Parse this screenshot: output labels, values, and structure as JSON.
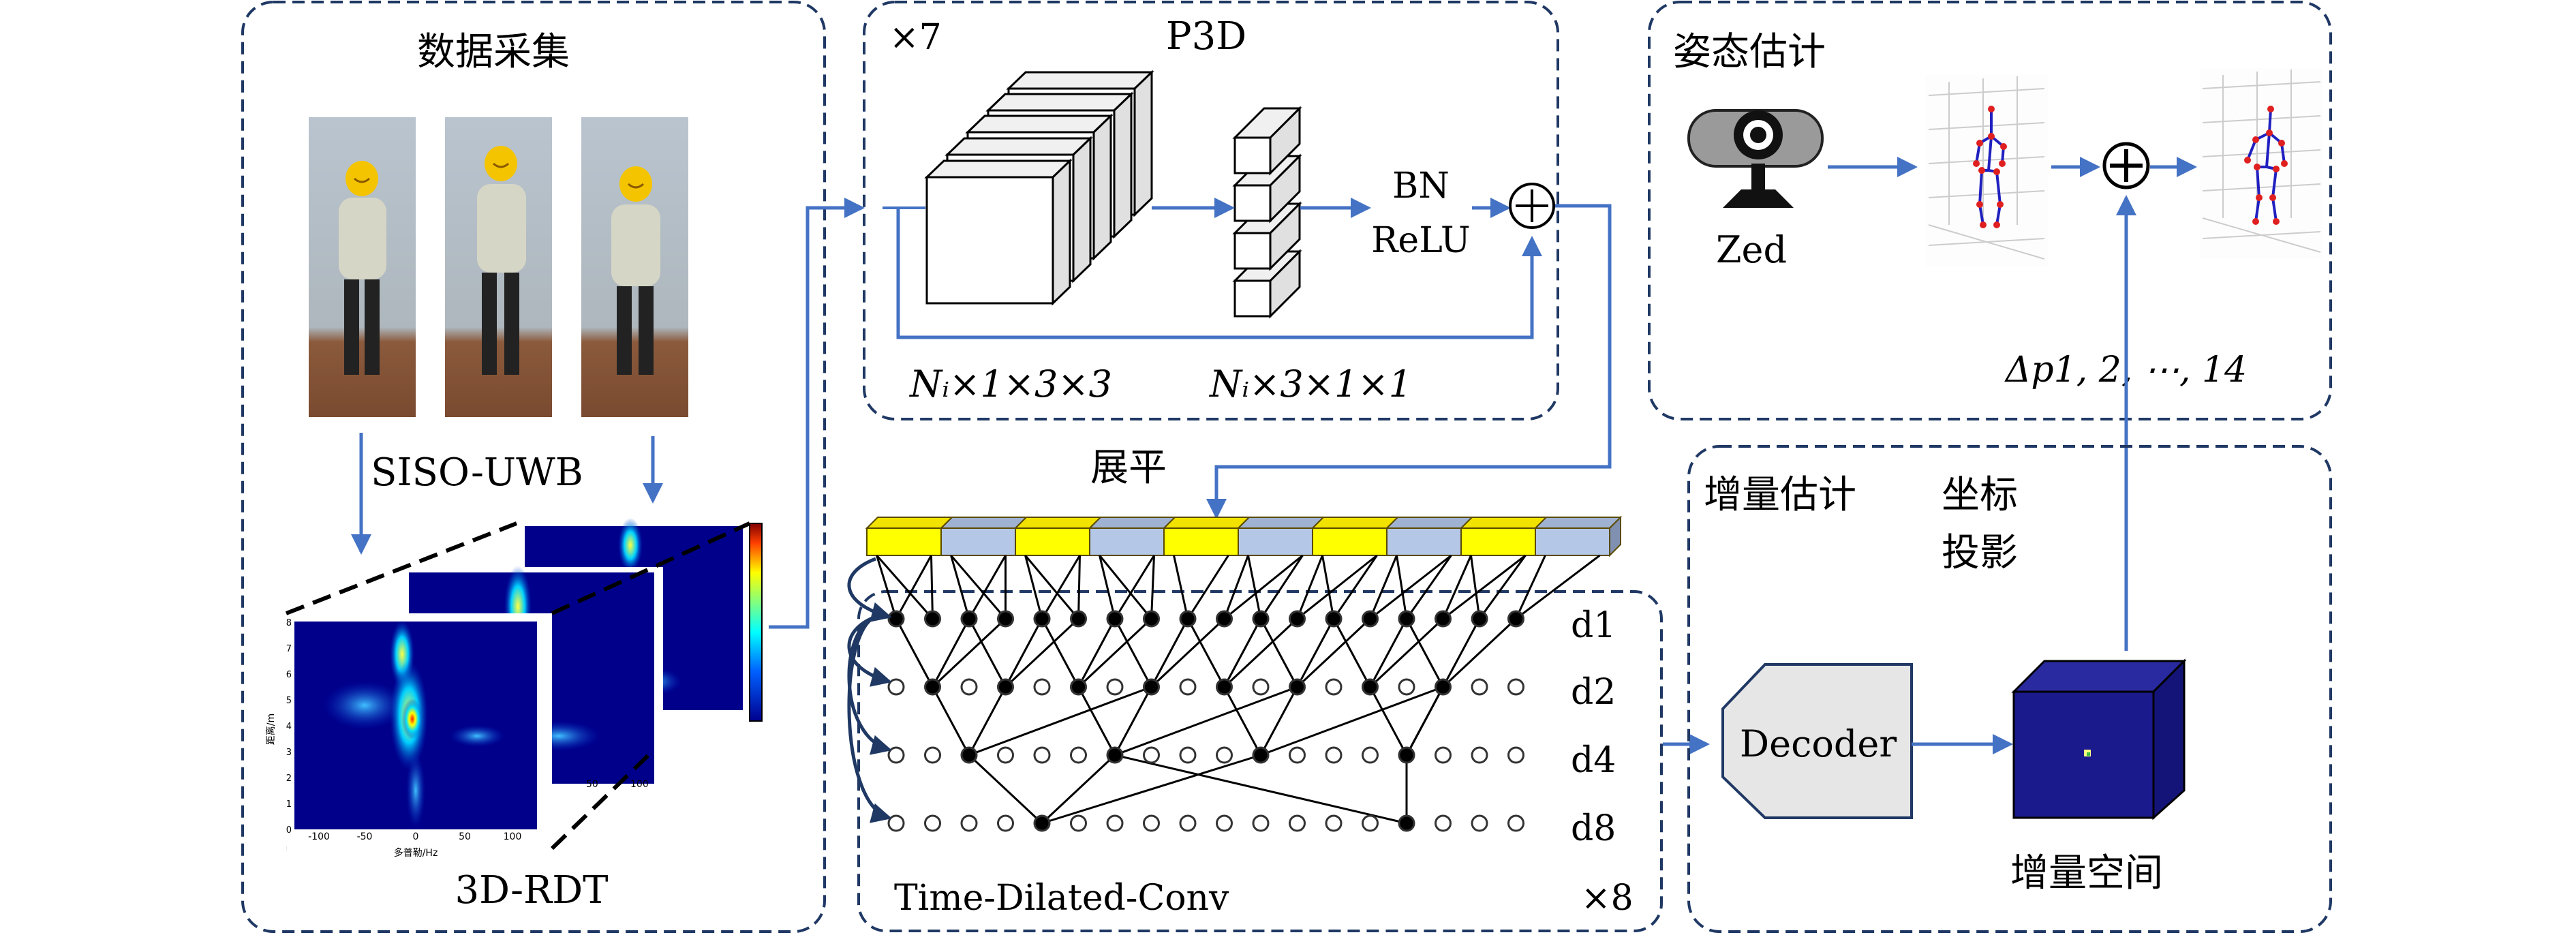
{
  "sections": {
    "data_collection": {
      "title": "数据采集",
      "radar_label": "SISO-UWB",
      "rdt_label": "3D-RDT",
      "x_axis_label": "多普勒/Hz",
      "y_axis_label": "距离/m",
      "x_ticks": [
        "-100",
        "-50",
        "0",
        "50",
        "100"
      ],
      "y_ticks": [
        "0",
        "1",
        "2",
        "3",
        "4",
        "5",
        "6",
        "7",
        "8"
      ],
      "back_x_ticks": [
        "50",
        "100"
      ]
    },
    "p3d": {
      "title": "P3D",
      "repeat": "×7",
      "bn": "BN",
      "relu": "ReLU",
      "plus": "⊕",
      "kernel_1": "Nᵢ×1×3×3",
      "kernel_2": "Nᵢ×3×1×1"
    },
    "tdc": {
      "flatten": "展平",
      "title": "Time-Dilated-Conv",
      "repeat": "×8",
      "dilations": [
        "d1",
        "d2",
        "d4",
        "d8"
      ]
    },
    "pose": {
      "title": "姿态估计",
      "camera": "Zed",
      "plus": "⊕",
      "delta": "Δp1, 2, ⋯, 14"
    },
    "increment": {
      "title": "增量估计",
      "projection_line1": "坐标",
      "projection_line2": "投影",
      "decoder": "Decoder",
      "space": "增量空间"
    }
  },
  "colors": {
    "dashed_border": "#1f3864",
    "arrow": "#4472c4",
    "token_yellow": "#ffff00",
    "token_blue": "#b4c7e7",
    "decoder_fill": "#e6e6e6",
    "cube_blue": "#1a1a8c",
    "heatmap_bg": "#00008b"
  }
}
